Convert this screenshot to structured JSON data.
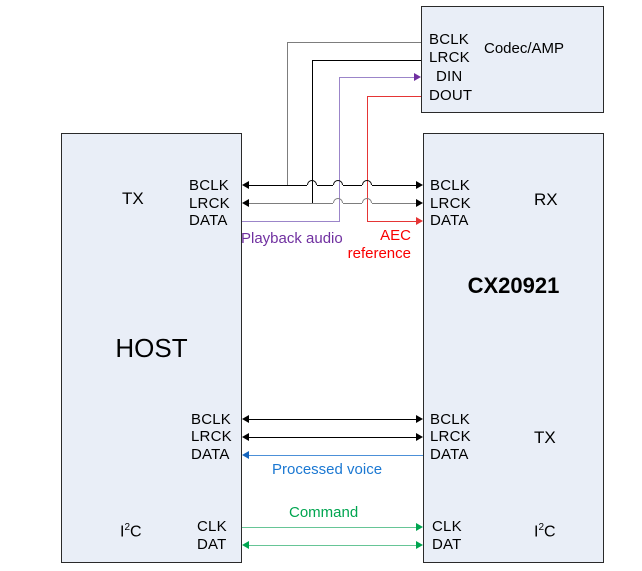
{
  "colors": {
    "box_fill": "#E9EEF7",
    "box_border": "#2A2A2A",
    "wire_black": "#000000",
    "wire_gray": "#7D7D7D",
    "purple_line": "#9B85C9",
    "purple_arrow": "#7030A0",
    "purple_text": "#7030A0",
    "red_line": "#E53535",
    "red_text": "#FA0000",
    "blue_line": "#4C90D8",
    "blue_arrow": "#1565BE",
    "blue_text": "#1B78D2",
    "green_line": "#66C596",
    "green_arrow": "#00A550",
    "green_text": "#00A550"
  },
  "codec": {
    "title": "Codec/AMP",
    "ports": [
      "BCLK",
      "LRCK",
      "DIN",
      "DOUT"
    ]
  },
  "host": {
    "title": "HOST",
    "tx_label": "TX",
    "i2s_top_ports": [
      "BCLK",
      "LRCK",
      "DATA"
    ],
    "i2s_bottom_ports": [
      "BCLK",
      "LRCK",
      "DATA"
    ],
    "i2c_ports": [
      "CLK",
      "DAT"
    ],
    "i2c": {
      "pre": "I",
      "sup": "2",
      "post": "C"
    }
  },
  "cx": {
    "title": "CX20921",
    "rx_label": "RX",
    "tx_label": "TX",
    "i2s_top_ports": [
      "BCLK",
      "LRCK",
      "DATA"
    ],
    "i2s_bottom_ports": [
      "BCLK",
      "LRCK",
      "DATA"
    ],
    "i2c_ports": [
      "CLK",
      "DAT"
    ],
    "i2c": {
      "pre": "I",
      "sup": "2",
      "post": "C"
    }
  },
  "annotations": {
    "playback": "Playback audio",
    "aec_line1": "AEC",
    "aec_line2": "reference",
    "processed": "Processed voice",
    "command": "Command"
  }
}
